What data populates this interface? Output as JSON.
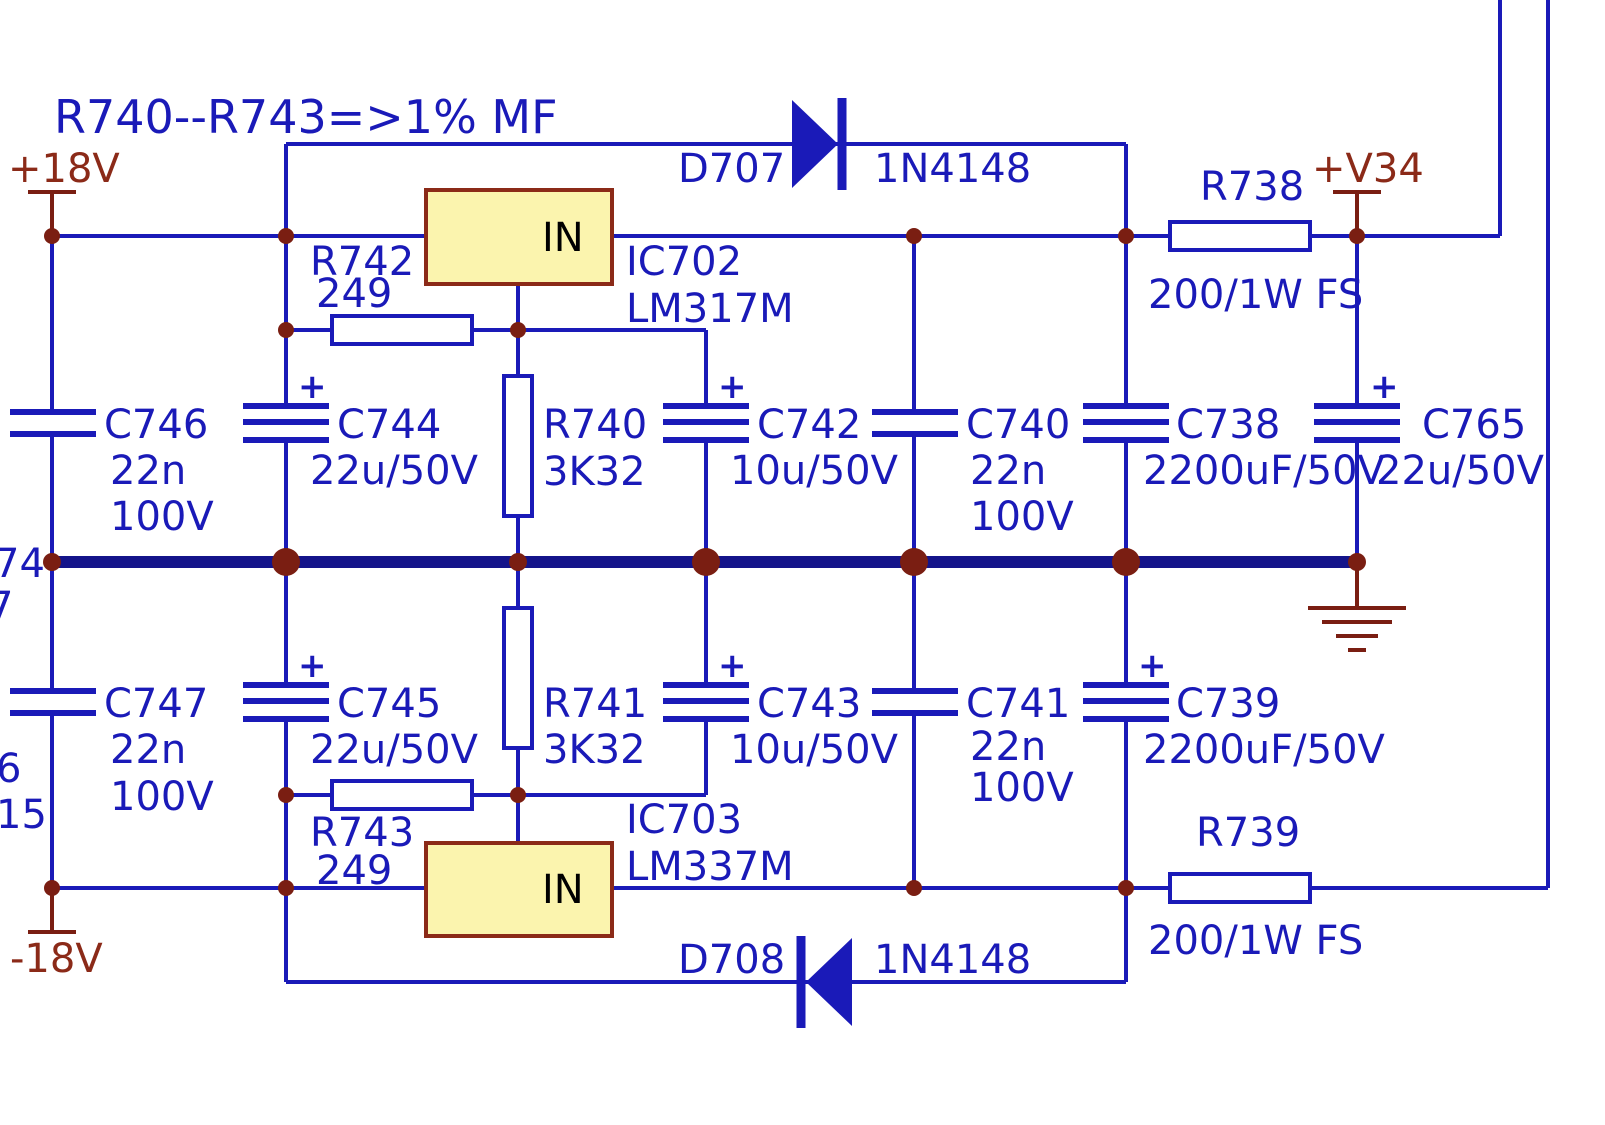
{
  "note": "R740--R743=>1% MF",
  "power": {
    "pos": "+18V",
    "neg": "-18V",
    "out": "+V34"
  },
  "edge_labels": [
    "74",
    "7",
    "6",
    "15"
  ],
  "regulators": [
    {
      "ref": "IC702",
      "part": "LM317M",
      "pin": "IN"
    },
    {
      "ref": "IC703",
      "part": "LM337M",
      "pin": "IN"
    }
  ],
  "diodes": [
    {
      "ref": "D707",
      "part": "1N4148"
    },
    {
      "ref": "D708",
      "part": "1N4148"
    }
  ],
  "resistors": [
    {
      "ref": "R742",
      "value": "249"
    },
    {
      "ref": "R743",
      "value": "249"
    },
    {
      "ref": "R740",
      "value": "3K32"
    },
    {
      "ref": "R741",
      "value": "3K32"
    },
    {
      "ref": "R738",
      "value": "200/1W FS"
    },
    {
      "ref": "R739",
      "value": "200/1W FS"
    }
  ],
  "capacitors": [
    {
      "ref": "C746",
      "value": "22n",
      "voltage": "100V"
    },
    {
      "ref": "C747",
      "value": "22n",
      "voltage": "100V"
    },
    {
      "ref": "C744",
      "value": "22u/50V",
      "polarity": "+"
    },
    {
      "ref": "C745",
      "value": "22u/50V",
      "polarity": "+"
    },
    {
      "ref": "C742",
      "value": "10u/50V",
      "polarity": "+"
    },
    {
      "ref": "C743",
      "value": "10u/50V",
      "polarity": "+"
    },
    {
      "ref": "C740",
      "value": "22n",
      "voltage": "100V"
    },
    {
      "ref": "C741",
      "value": "22n",
      "voltage": "100V"
    },
    {
      "ref": "C738",
      "value": "2200uF/50V",
      "polarity": "+"
    },
    {
      "ref": "C739",
      "value": "2200uF/50V",
      "polarity": "+"
    },
    {
      "ref": "C765",
      "value": "22u/50V",
      "polarity": "+"
    }
  ],
  "colors": {
    "wire": "#1a1ab8",
    "ground_bus": "#14148a",
    "power_port": "#8b2a18",
    "junction": "#7a1e12",
    "ic_fill": "#fbf4ae"
  }
}
